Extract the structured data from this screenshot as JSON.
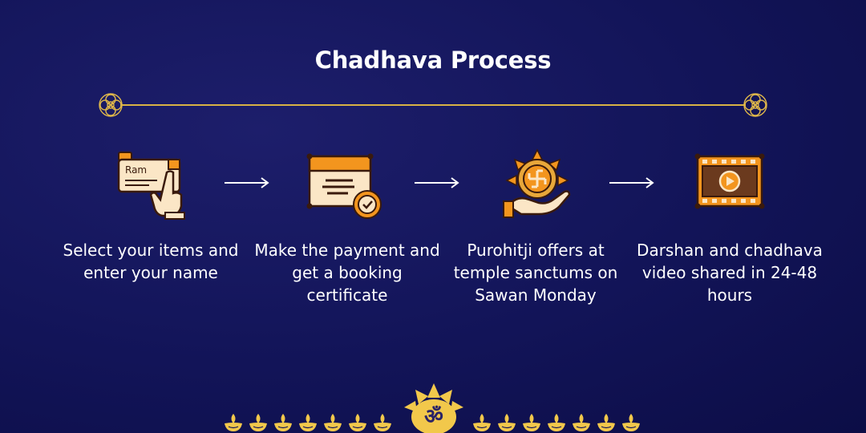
{
  "header": {
    "title": "Chadhava Process"
  },
  "steps": [
    {
      "icon": "hand-pointer-name-card-icon",
      "card_name": "Ram",
      "text": "Select your items and enter your name"
    },
    {
      "icon": "certificate-badge-icon",
      "text": "Make the payment and get a booking certificate"
    },
    {
      "icon": "swastika-offering-hand-icon",
      "text": "Purohitji offers at temple sanctums on Sawan Monday"
    },
    {
      "icon": "video-film-play-icon",
      "text": "Darshan and chadhava video shared in 24-48 hours"
    }
  ],
  "colors": {
    "background": "#121458",
    "accent_gold": "#d8b245",
    "accent_orange": "#f3951e",
    "cream": "#fbe6c6",
    "brown": "#6b3a1e"
  },
  "footer": {
    "symbol": "ॐ",
    "decoration": "diya-row"
  }
}
